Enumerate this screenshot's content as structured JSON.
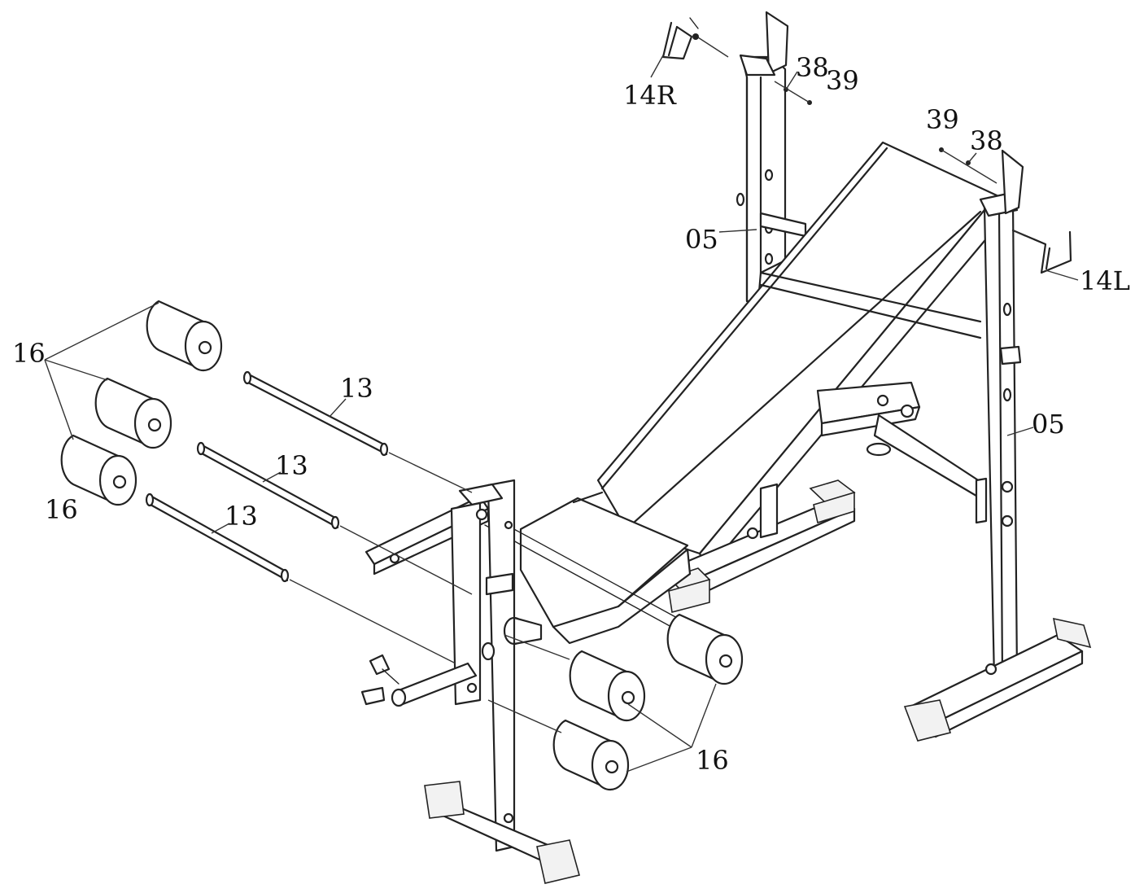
{
  "diagram": {
    "labels": {
      "l14r": "14R",
      "l38_top": "38",
      "l39_top": "39",
      "l39_right": "39",
      "l38_right": "38",
      "l05_left": "05",
      "l14l": "14L",
      "l05_right": "05",
      "l16_left_top": "16",
      "l16_left_bottom": "16",
      "l13_a": "13",
      "l13_b": "13",
      "l13_c": "13",
      "l16_bottom": "16"
    }
  }
}
